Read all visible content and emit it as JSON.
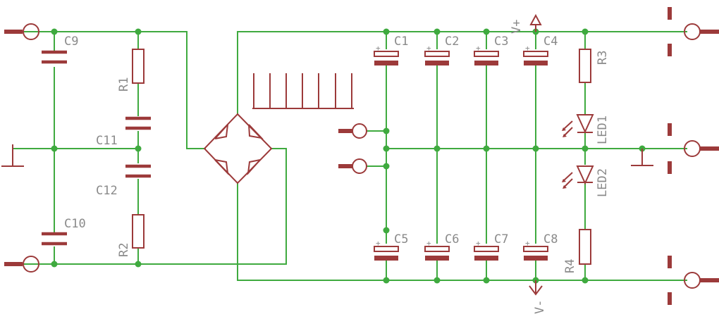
{
  "colors": {
    "wire": "#3faa3f",
    "symbol": "#9c3a3a",
    "label": "#8a8a8a",
    "background": "#ffffff"
  },
  "labels": {
    "c1": "C1",
    "c2": "C2",
    "c3": "C3",
    "c4": "C4",
    "c5": "C5",
    "c6": "C6",
    "c7": "C7",
    "c8": "C8",
    "c9": "C9",
    "c10": "C10",
    "c11": "C11",
    "c12": "C12",
    "r1": "R1",
    "r2": "R2",
    "r3": "R3",
    "r4": "R4",
    "led1": "LED1",
    "led2": "LED2",
    "vplus": "V+",
    "vminus": "V-",
    "polarity": "+"
  }
}
